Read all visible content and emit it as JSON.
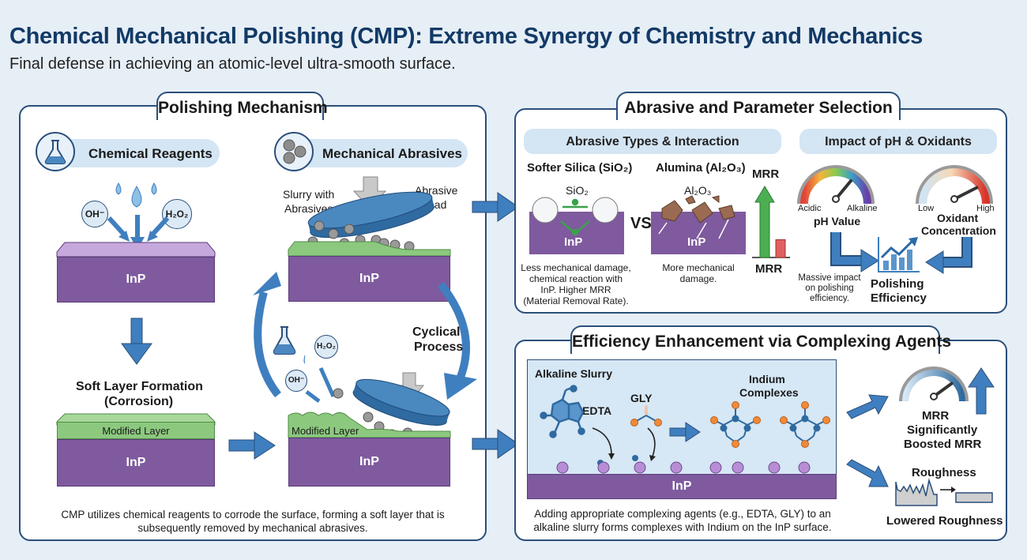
{
  "header": {
    "title": "Chemical Mechanical Polishing (CMP): Extreme Synergy of Chemistry and Mechanics",
    "subtitle": "Final defense in achieving an atomic-level ultra-smooth surface."
  },
  "mechanism": {
    "title": "Polishing Mechanism",
    "chemical_reagents": "Chemical Reagents",
    "mechanical_abrasives": "Mechanical Abrasives",
    "oh_label": "OH⁻",
    "h2o2_label": "H₂O₂",
    "inp": "InP",
    "slurry_label_1": "Slurry with",
    "slurry_label_2": "Abrasives",
    "pad_label_1": "Abrasive",
    "pad_label_2": "pad",
    "soft_layer_1": "Soft Layer Formation",
    "soft_layer_2": "(Corrosion)",
    "modified_layer": "Modified Layer",
    "cyclical_1": "Cyclical",
    "cyclical_2": "Process",
    "caption_1": "CMP utilizes chemical reagents to corrode the surface, forming a soft layer that is",
    "caption_2": "subsequently removed by mechanical abrasives."
  },
  "abrasive": {
    "title": "Abrasive and Parameter Selection",
    "types_header": "Abrasive Types & Interaction",
    "silica_title": "Softer Silica (SiO₂)",
    "silica_formula": "SiO₂",
    "vs": "VS",
    "alumina_title": "Alumina (Al₂O₃)",
    "alumina_formula": "Al₂O₃",
    "inp": "InP",
    "silica_desc": [
      "Less mechanical damage,",
      "chemical reaction with",
      "InP. Higher MRR",
      "(Material Removal Rate)."
    ],
    "alumina_desc": [
      "More mechanical",
      "damage."
    ],
    "mrr_top": "MRR",
    "mrr_bottom": "MRR",
    "mrr_compare": {
      "silica_relative": 1.0,
      "alumina_relative": 0.25
    },
    "ph_header": "Impact of pH & Oxidants",
    "ph_gauge": {
      "left": "Acidic",
      "right": "Alkaline",
      "label": "pH Value",
      "level": 0.72
    },
    "ox_gauge": {
      "left": "Low",
      "right": "High",
      "label_1": "Oxidant",
      "label_2": "Concentration",
      "level": 0.85
    },
    "impact_desc": [
      "Massive impact",
      "on polishing",
      "efficiency."
    ],
    "efficiency_1": "Polishing",
    "efficiency_2": "Efficiency"
  },
  "complexing": {
    "title": "Efficiency Enhancement via Complexing Agents",
    "alkaline_slurry": "Alkaline Slurry",
    "edta": "EDTA",
    "gly": "GLY",
    "indium_1": "Indium",
    "indium_2": "Complexes",
    "inp": "InP",
    "caption_1": "Adding appropriate complexing agents (e.g., EDTA, GLY) to an",
    "caption_2": "alkaline slurry forms complexes with Indium on the InP surface.",
    "mrr_label": "MRR",
    "mrr_gauge_level": 0.8,
    "boosted_1": "Significantly",
    "boosted_2": "Boosted MRR",
    "roughness": "Roughness",
    "lowered": "Lowered Roughness"
  },
  "colors": {
    "title": "#123a66",
    "border": "#2b4f7a",
    "arrow": "#3f7fbf",
    "inp": "#7f5a9e",
    "modified": "#8cc97f",
    "pill": "#d4e5f4"
  }
}
